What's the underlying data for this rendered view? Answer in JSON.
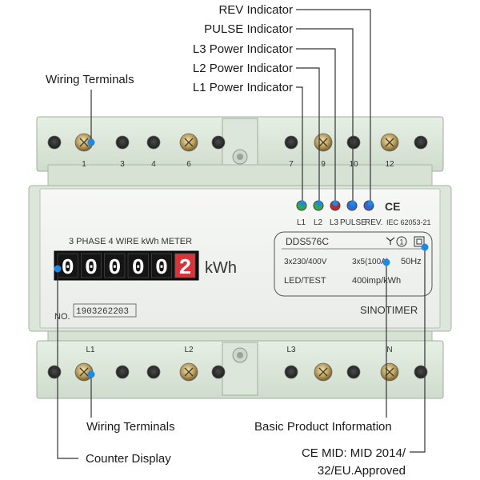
{
  "callouts": {
    "rev": "REV Indicator",
    "pulse": "PULSE Indicator",
    "l3": "L3 Power Indicator",
    "l2": "L2 Power Indicator",
    "l1": "L1 Power Indicator",
    "wiring_top": "Wiring Terminals",
    "wiring_bottom": "Wiring Terminals",
    "basic_info": "Basic Product Information",
    "counter": "Counter Display",
    "ce_mid_line1": "CE MID: MID 2014/",
    "ce_mid_line2": "32/EU.Approved"
  },
  "meter": {
    "title": "3 PHASE 4 WIRE kWh METER",
    "digits": [
      "0",
      "0",
      "0",
      "0",
      "0",
      "2"
    ],
    "unit": "kWh",
    "serial_prefix": "NO.",
    "serial": "1903262203",
    "brand": "SINOTIMER",
    "indicators": {
      "l1": "L1",
      "l2": "L2",
      "l3": "L3",
      "pulse": "PULSE",
      "rev": "REV.",
      "ce": "CE",
      "standard": "IEC 62053-21"
    },
    "info": {
      "model": "DDS576C",
      "class": "1",
      "voltage": "3x230/400V",
      "current": "3x5(100A)",
      "frequency": "50Hz",
      "led_test": "LED/TEST",
      "constant": "400imp/kWh"
    },
    "terminal_labels_top": [
      "1",
      "3",
      "4",
      "6",
      "7",
      "9",
      "10",
      "12"
    ],
    "terminal_labels_bottom": [
      "L1",
      "L2",
      "L3",
      "N"
    ],
    "led_colors": {
      "l1": "#2fa84f",
      "l2": "#2fa84f",
      "l3": "#c0272d",
      "pulse": "#2b6fd6",
      "rev": "#3a63c8"
    },
    "pointer_dot_color": "#1e88e5"
  }
}
